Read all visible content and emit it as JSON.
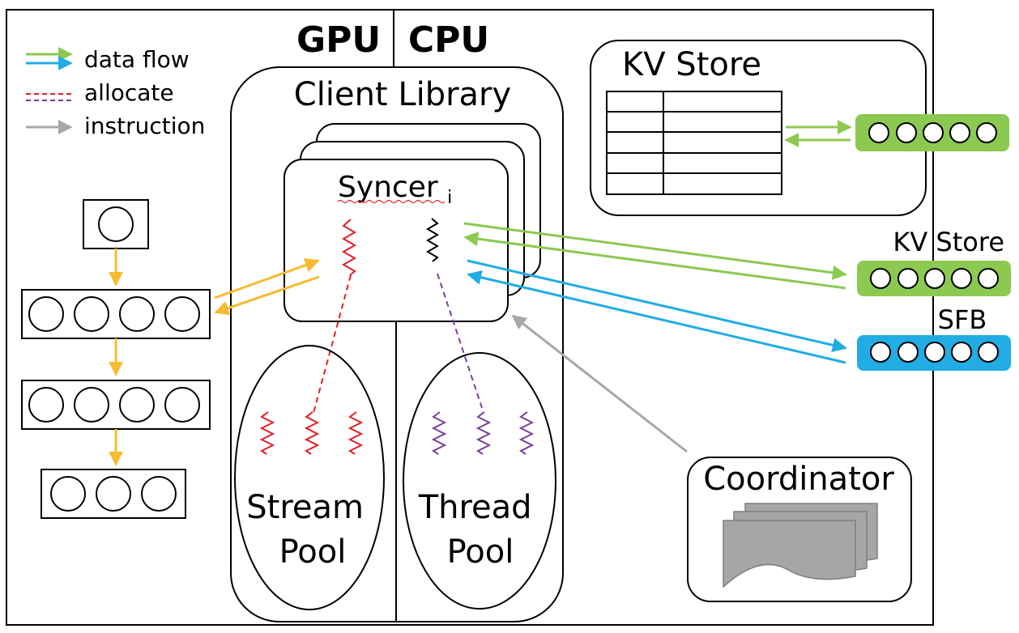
{
  "header": {
    "gpu": "GPU",
    "cpu": "CPU"
  },
  "legend": {
    "data_flow": "data flow",
    "allocate": "allocate",
    "instruction": "instruction"
  },
  "client_library": {
    "title": "Client Library",
    "syncer": "Syncer",
    "syncer_subscript": "i",
    "stream_pool": [
      "Stream",
      "Pool"
    ],
    "thread_pool": [
      "Thread",
      "Pool"
    ]
  },
  "kv_store_box": {
    "title": "KV Store"
  },
  "right_labels": {
    "kv_store": "KV Store",
    "sfb": "SFB"
  },
  "coordinator": {
    "title": "Coordinator"
  },
  "colors": {
    "green": "#8CC950",
    "blue": "#21ACE4",
    "orange": "#F7BB2F",
    "red": "#E21F26",
    "purple": "#7A3F99",
    "gray": "#A8A8A8",
    "doc_gray": "#A6A6A6"
  }
}
